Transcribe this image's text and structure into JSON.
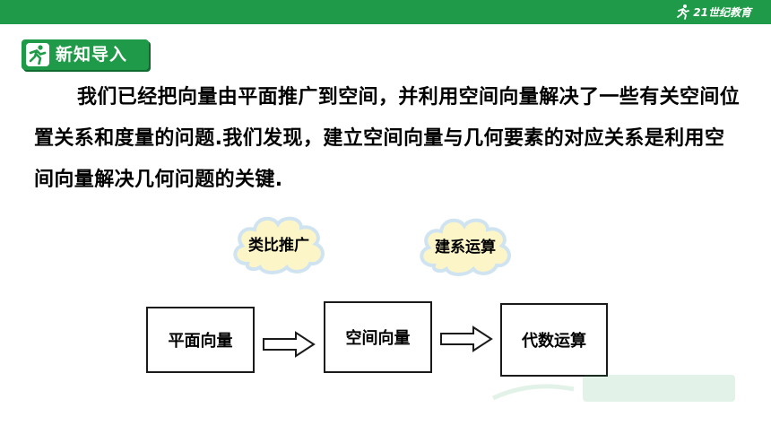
{
  "header": {
    "logo_text": "21世纪教育"
  },
  "section_badge": {
    "label": "新知导入"
  },
  "intro": {
    "paragraph": "我们已经把向量由平面推广到空间，并利用空间向量解决了一些有关空间位置关系和度量的问题.我们发现，建立空间向量与几何要素的对应关系是利用空间向量解决几何问题的关键."
  },
  "diagram": {
    "clouds": [
      {
        "label": "类比推广"
      },
      {
        "label": "建系运算"
      }
    ],
    "boxes": [
      {
        "label": "平面向量"
      },
      {
        "label": "空间向量"
      },
      {
        "label": "代数运算"
      }
    ]
  },
  "colors": {
    "brand_green": "#1f9a48",
    "cloud_fill": "#fcf5c8",
    "cloud_edge": "#cfe3f1"
  }
}
